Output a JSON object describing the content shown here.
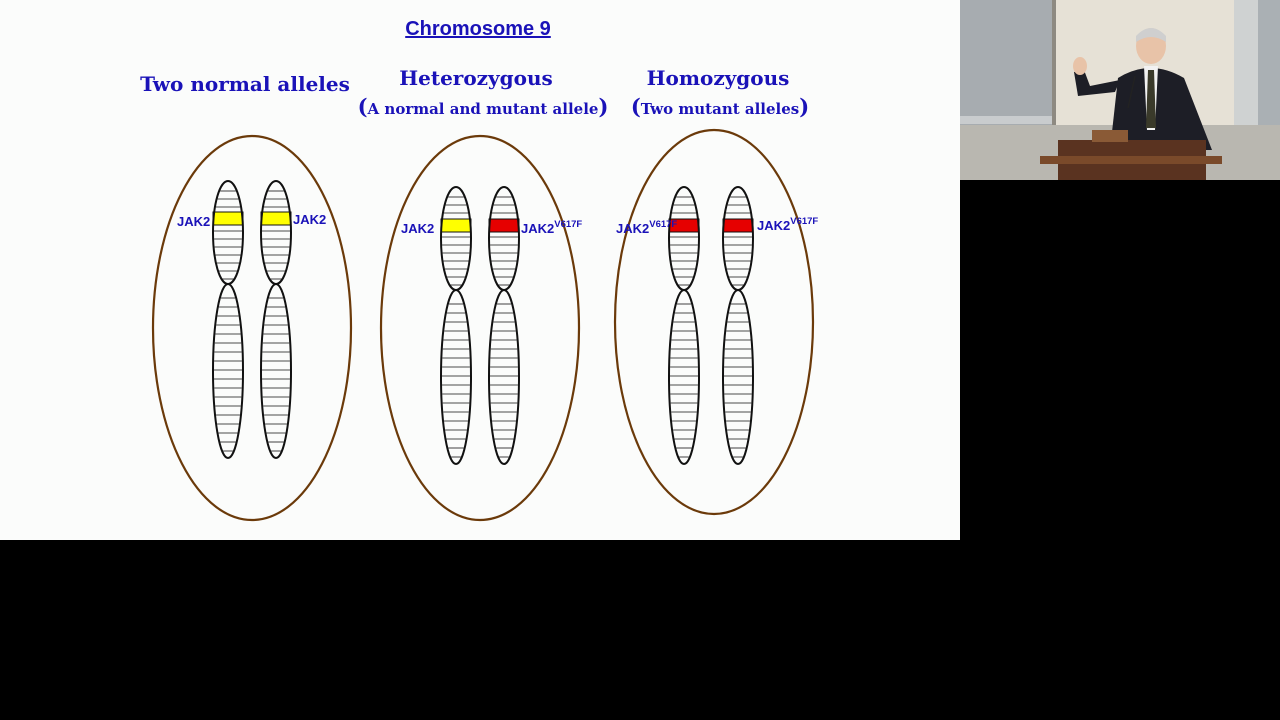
{
  "slide": {
    "title": "Chromosome 9",
    "panels": [
      {
        "heading": "Two normal alleles",
        "subheading": "",
        "left_allele": {
          "label": "JAK2",
          "superscript": "",
          "band_color": "#ffff00"
        },
        "right_allele": {
          "label": "JAK2",
          "superscript": "",
          "band_color": "#ffff00"
        }
      },
      {
        "heading": "Heterozygous",
        "subheading": "A normal and mutant allele",
        "left_allele": {
          "label": "JAK2",
          "superscript": "",
          "band_color": "#ffff00"
        },
        "right_allele": {
          "label": "JAK2",
          "superscript": "V617F",
          "band_color": "#e60000"
        }
      },
      {
        "heading": "Homozygous",
        "subheading": "Two mutant alleles",
        "left_allele": {
          "label": "JAK2",
          "superscript": "V617F",
          "band_color": "#e60000"
        },
        "right_allele": {
          "label": "JAK2",
          "superscript": "V617F",
          "band_color": "#e60000"
        }
      }
    ],
    "colors": {
      "text": "#1a12b8",
      "ellipse": "#6b3a0a",
      "normal_band": "#ffff00",
      "mutant_band": "#e60000"
    }
  }
}
